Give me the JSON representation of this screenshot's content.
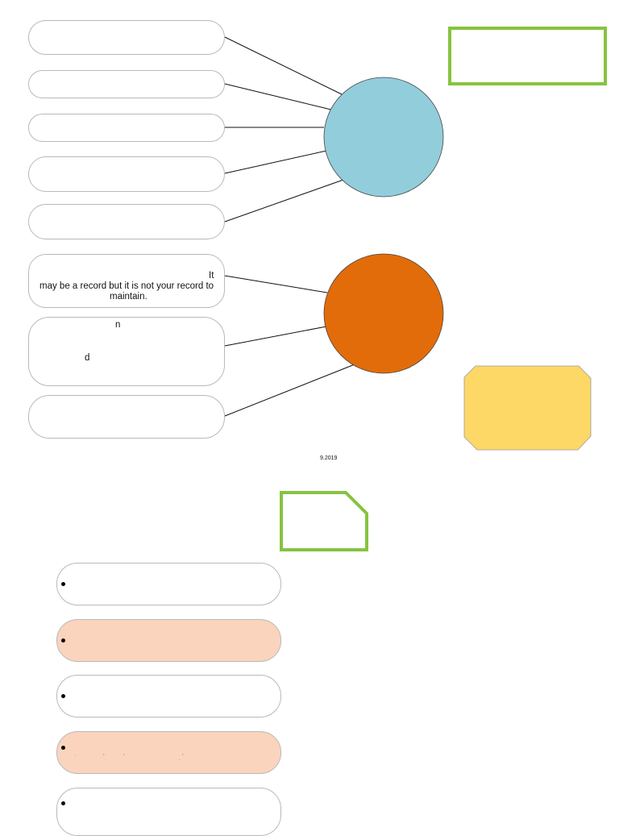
{
  "colors": {
    "blue_circle": "#92cddc",
    "orange_circle": "#e36c0a",
    "yellow_box": "#fdd867",
    "green_outline": "#86c341",
    "peach_pill": "#fad4bd",
    "pill_border": "#b9b9b9"
  },
  "upper_boxes": [
    {
      "text": ""
    },
    {
      "text": ""
    },
    {
      "text": ""
    },
    {
      "text": ""
    },
    {
      "text": ""
    }
  ],
  "lower_boxes": [
    {
      "line1": "It",
      "line2": "may be a record but it is not your record to",
      "line3": "maintain."
    },
    {
      "line1": "n",
      "line2": "d"
    },
    {
      "text": ""
    }
  ],
  "footer_text": "9.2019",
  "bullet_list": [
    {
      "style": "plain",
      "text": ""
    },
    {
      "style": "peach",
      "text": ""
    },
    {
      "style": "plain",
      "text": ""
    },
    {
      "style": "peach",
      "fragments": [
        "‘",
        "”",
        "“",
        "”",
        "-"
      ]
    },
    {
      "style": "plain",
      "text": ""
    }
  ]
}
